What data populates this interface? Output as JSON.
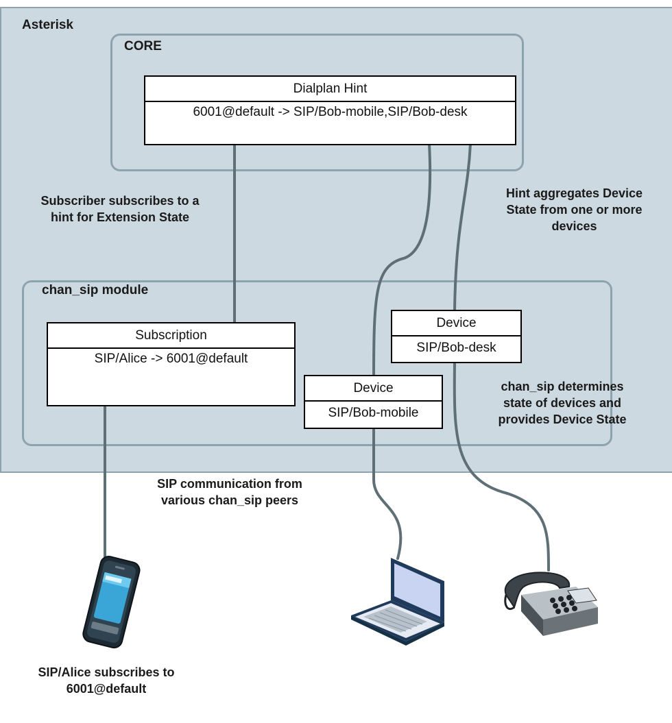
{
  "regions": {
    "asterisk": "Asterisk",
    "core": "CORE",
    "chan_sip": "chan_sip module"
  },
  "dialplan_hint": {
    "title": "Dialplan Hint",
    "body": "6001@default -> SIP/Bob-mobile,SIP/Bob-desk"
  },
  "subscription": {
    "title": "Subscription",
    "body": "SIP/Alice -> 6001@default"
  },
  "device_mobile": {
    "title": "Device",
    "body": "SIP/Bob-mobile"
  },
  "device_desk": {
    "title": "Device",
    "body": "SIP/Bob-desk"
  },
  "annotations": {
    "subscriber_line1": "Subscriber subscribes to a",
    "subscriber_line2": "hint for Extension State",
    "hint_line1": "Hint aggregates Device",
    "hint_line2": "State from one or more",
    "hint_line3": "devices",
    "chansip_line1": "chan_sip determines",
    "chansip_line2": "state of devices and",
    "chansip_line3": "provides Device State",
    "sipcomm_line1": "SIP communication from",
    "sipcomm_line2": "various chan_sip peers",
    "alice_line1": "SIP/Alice subscribes to",
    "alice_line2": "6001@default"
  },
  "icons": [
    "smartphone-icon",
    "laptop-icon",
    "desk-phone-icon"
  ],
  "colors": {
    "region_fill": "#cdd9e0",
    "region_border": "#8ea3b0",
    "link_line": "#5f6f76"
  }
}
